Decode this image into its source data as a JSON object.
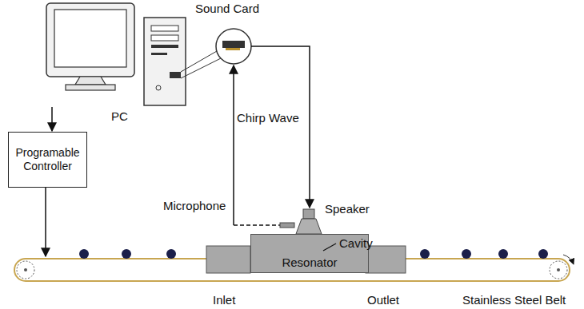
{
  "diagram": {
    "nodes": [
      {
        "text": [
          "PC"
        ]
      },
      {
        "text": [
          "Programable Controller"
        ]
      },
      {
        "text": [
          "Resonator"
        ]
      }
    ],
    "edges": [
      {
        "from": 0,
        "to": 1,
        "arrow": "to"
      }
    ],
    "labels": [
      "Sound Card",
      "Chirp Wave",
      "Microphone",
      "Speaker",
      "Cavity",
      "Inlet",
      "Outlet",
      "Stainless Steel Belt"
    ]
  }
}
